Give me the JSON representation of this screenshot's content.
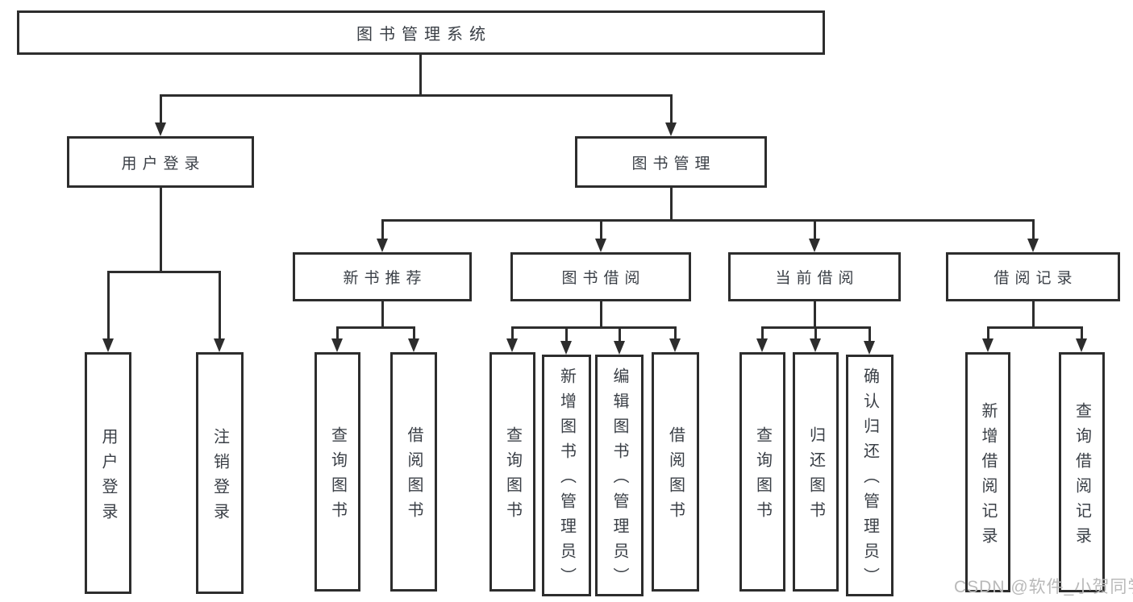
{
  "nodes": {
    "root": "图书管理系统",
    "user_login": "用户登录",
    "book_mgmt": "图书管理",
    "new_book_rec": "新书推荐",
    "book_borrow": "图书借阅",
    "current_borrow": "当前借阅",
    "borrow_record": "借阅记录",
    "ul_login": "用户登录",
    "ul_logout": "注销登录",
    "nb_query": "查询图书",
    "nb_borrow": "借阅图书",
    "bb_query": "查询图书",
    "bb_add": "新增图书（管理员）",
    "bb_edit": "编辑图书（管理员）",
    "bb_borrow": "借阅图书",
    "cb_query": "查询图书",
    "cb_return": "归还图书",
    "cb_confirm": "确认归还（管理员）",
    "br_add": "新增借阅记录",
    "br_query": "查询借阅记录"
  },
  "edges": [
    [
      "root",
      "user_login"
    ],
    [
      "root",
      "book_mgmt"
    ],
    [
      "user_login",
      "ul_login"
    ],
    [
      "user_login",
      "ul_logout"
    ],
    [
      "book_mgmt",
      "new_book_rec"
    ],
    [
      "book_mgmt",
      "book_borrow"
    ],
    [
      "book_mgmt",
      "current_borrow"
    ],
    [
      "book_mgmt",
      "borrow_record"
    ],
    [
      "new_book_rec",
      "nb_query"
    ],
    [
      "new_book_rec",
      "nb_borrow"
    ],
    [
      "book_borrow",
      "bb_query"
    ],
    [
      "book_borrow",
      "bb_add"
    ],
    [
      "book_borrow",
      "bb_edit"
    ],
    [
      "book_borrow",
      "bb_borrow"
    ],
    [
      "current_borrow",
      "cb_query"
    ],
    [
      "current_borrow",
      "cb_return"
    ],
    [
      "current_borrow",
      "cb_confirm"
    ],
    [
      "borrow_record",
      "br_add"
    ],
    [
      "borrow_record",
      "br_query"
    ]
  ],
  "watermark": {
    "text": "CSDN @软件_小贺同学"
  },
  "colors": {
    "stroke": "#2d2d2d",
    "text": "#3a3f46",
    "box_fill": "#ffffff",
    "background": "#ffffff",
    "watermark": "#b9b9b9"
  }
}
